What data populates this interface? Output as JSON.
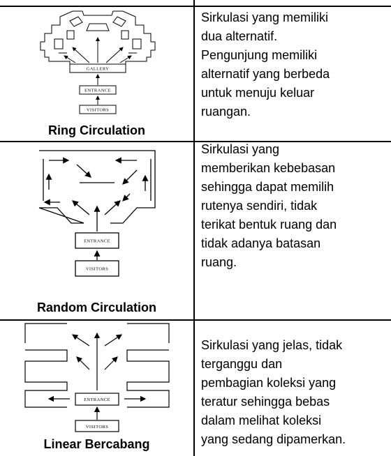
{
  "rows": [
    {
      "caption": "Ring Circulation",
      "diagram_labels": {
        "gallery": "GALLERY",
        "entrance": "ENTRANCE",
        "visitors": "VISITORS"
      },
      "description_lines": [
        "Sirkulasi yang memiliki",
        "dua alternatif.",
        "Pengunjung memiliki",
        "alternatif yang berbeda",
        "untuk menuju keluar",
        "ruangan."
      ]
    },
    {
      "caption": "Random Circulation",
      "diagram_labels": {
        "entrance": "ENTRANCE",
        "visitors": "VISITORS"
      },
      "description_lines": [
        "Sirkulasi yang",
        "memberikan kebebasan",
        "sehingga dapat memilih",
        "rutenya sendiri, tidak",
        "terikat bentuk ruang dan",
        "tidak adanya batasan",
        "ruang."
      ]
    },
    {
      "caption": "Linear Bercabang",
      "diagram_labels": {
        "entrance": "ENTRANCE",
        "visitors": "VISITORS"
      },
      "description_lines": [
        "Sirkulasi yang jelas, tidak",
        "terganggu dan",
        "pembagian koleksi yang",
        "teratur sehingga bebas",
        "dalam melihat koleksi",
        "yang sedang dipamerkan."
      ]
    }
  ]
}
